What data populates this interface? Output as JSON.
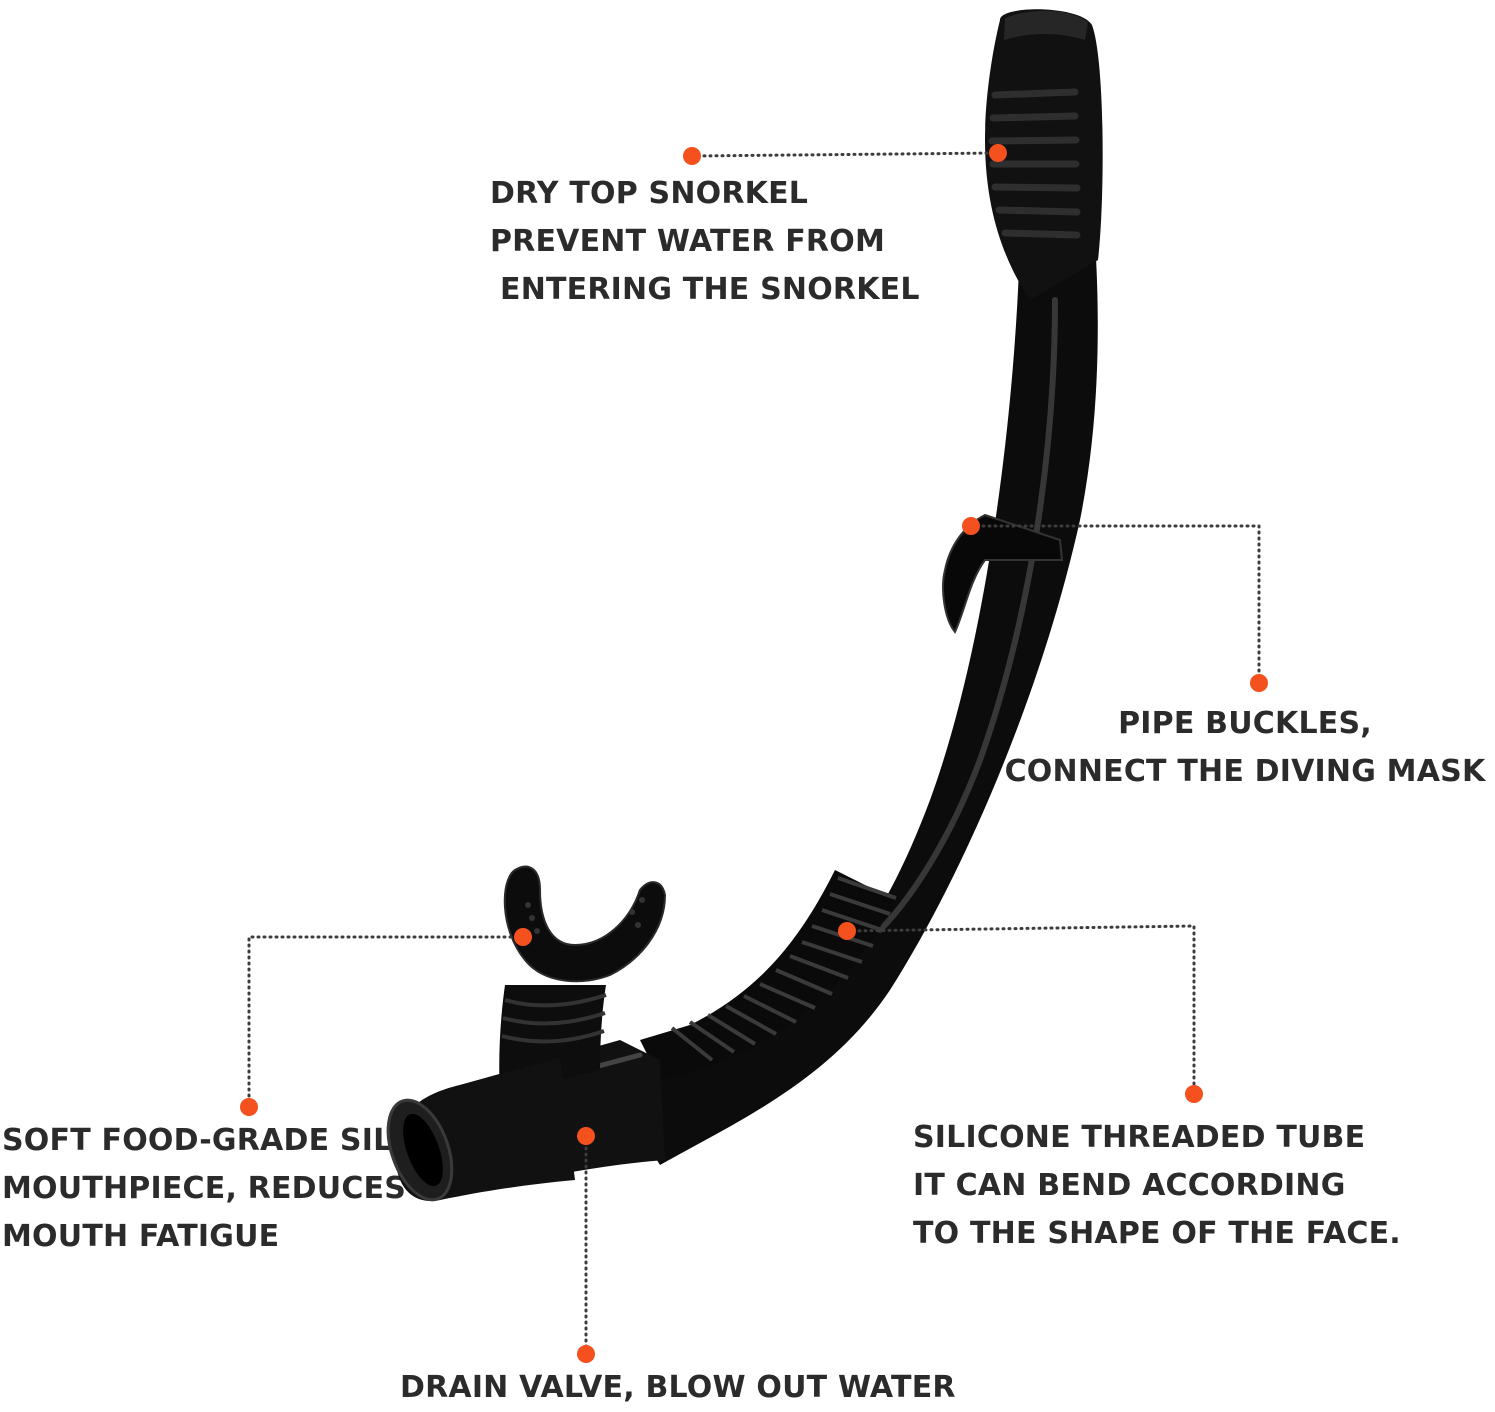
{
  "colors": {
    "marker": "#f4511e",
    "leader": "#3c3c3c",
    "text": "#2b2b2b",
    "product": "#0d0d0d",
    "highlight": "#6a6a6a",
    "background": "#ffffff"
  },
  "icons": {
    "marker": "orange-dot-icon",
    "product": "snorkel-illustration"
  },
  "callouts": {
    "dry_top": {
      "lines": [
        "DRY TOP SNORKEL",
        "PREVENT WATER FROM",
        "ENTERING THE SNORKEL"
      ]
    },
    "pipe_buckles": {
      "lines": [
        "PIPE BUCKLES,",
        "CONNECT THE DIVING MASK"
      ]
    },
    "mouthpiece": {
      "lines": [
        "SOFT FOOD-GRADE SILICONE",
        "MOUTHPIECE, REDUCES",
        "MOUTH FATIGUE"
      ]
    },
    "threaded_tube": {
      "lines": [
        "SILICONE THREADED TUBE",
        "IT CAN BEND ACCORDING",
        "TO THE SHAPE OF THE FACE."
      ]
    },
    "drain_valve": {
      "lines": [
        "DRAIN VALVE, BLOW OUT WATER"
      ]
    }
  }
}
